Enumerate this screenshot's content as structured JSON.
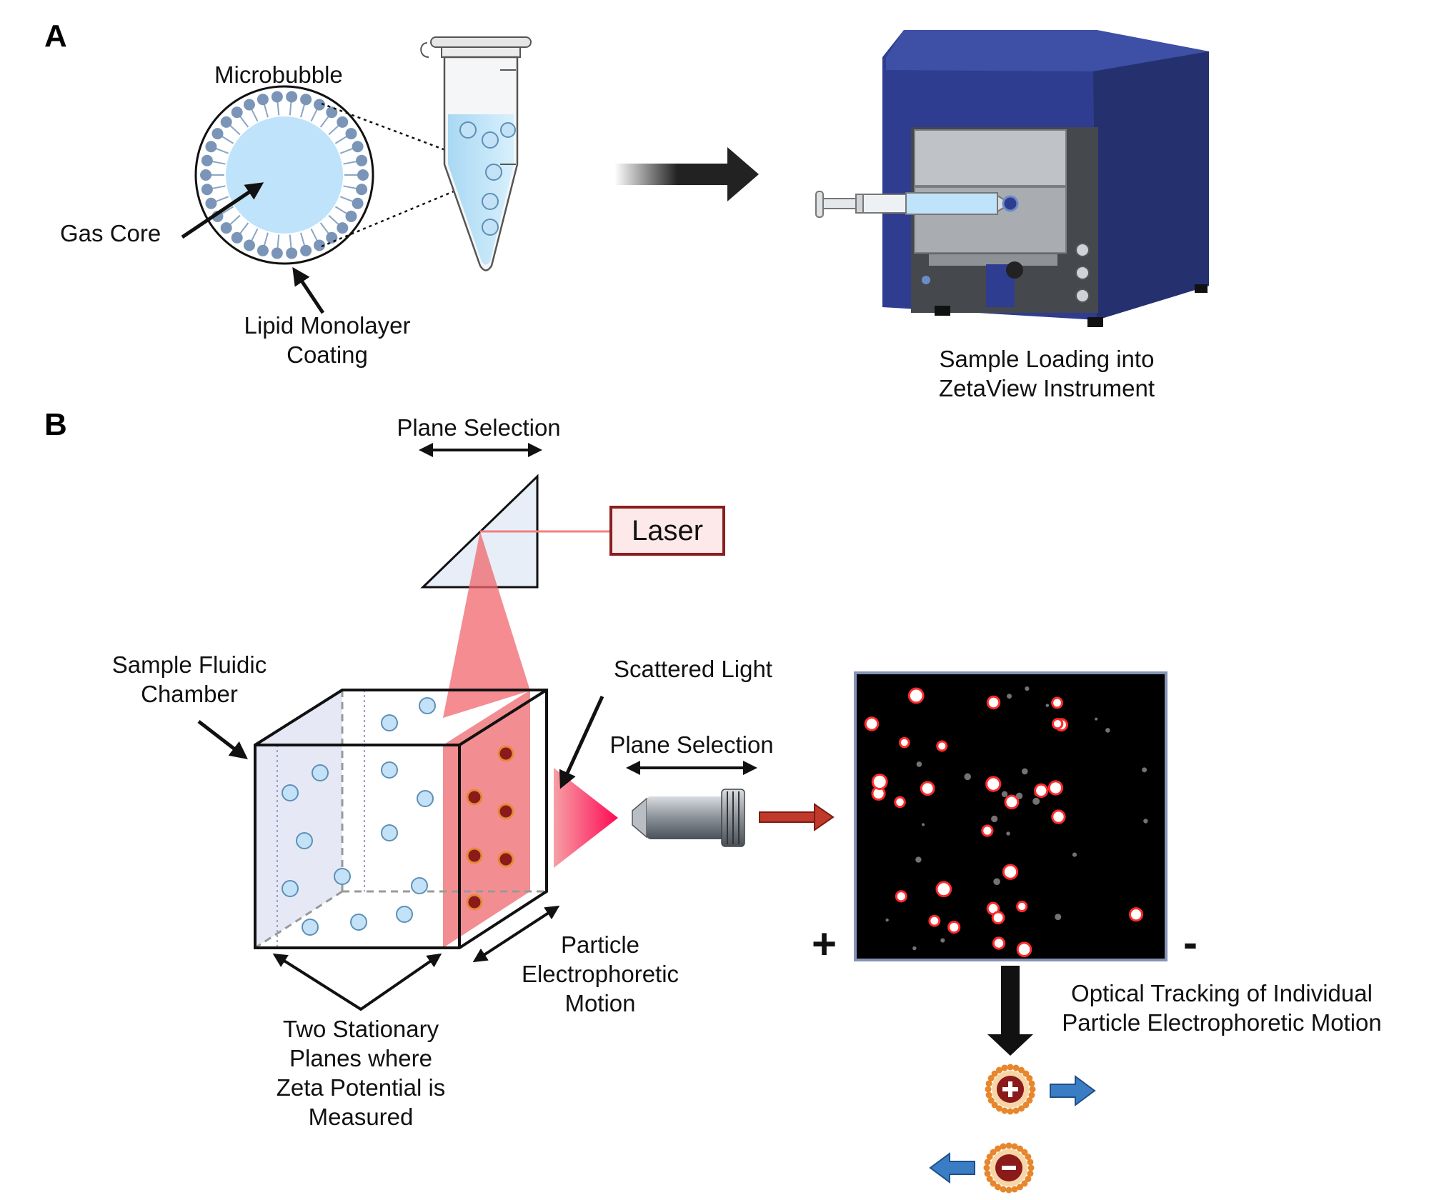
{
  "panels": {
    "a": "A",
    "b": "B"
  },
  "panel_a": {
    "microbubble_label": "Microbubble",
    "gas_core_label": "Gas Core",
    "coating_label": [
      "Lipid Monolayer",
      "Coating"
    ],
    "instrument_caption": [
      "Sample Loading into",
      "ZetaView Instrument"
    ]
  },
  "panel_b": {
    "plane_selection_top": "Plane Selection",
    "laser_label": "Laser",
    "chamber_label": [
      "Sample Fluidic",
      "Chamber"
    ],
    "scattered_light_label": "Scattered Light",
    "plane_selection_objective": "Plane Selection",
    "motion_label": [
      "Particle",
      "Electrophoretic",
      "Motion"
    ],
    "stationary_planes_label": [
      "Two Stationary",
      "Planes where",
      "Zeta Potential is",
      "Measured"
    ],
    "plus_sign": "+",
    "minus_sign": "-",
    "tracking_label": [
      "Optical Tracking of Individual",
      "Particle Electrophoretic Motion"
    ],
    "positive_particle_symbol": "+",
    "negative_particle_symbol": "-"
  },
  "colors": {
    "instrument_blue": "#2e3d8f",
    "laser_red": "#e8414a",
    "laser_box_border": "#8b1d1d",
    "bubble_blue": "#bfe0f7",
    "particle_dark_red": "#8b1a1a",
    "motion_arrow_blue": "#3a7dc4"
  }
}
